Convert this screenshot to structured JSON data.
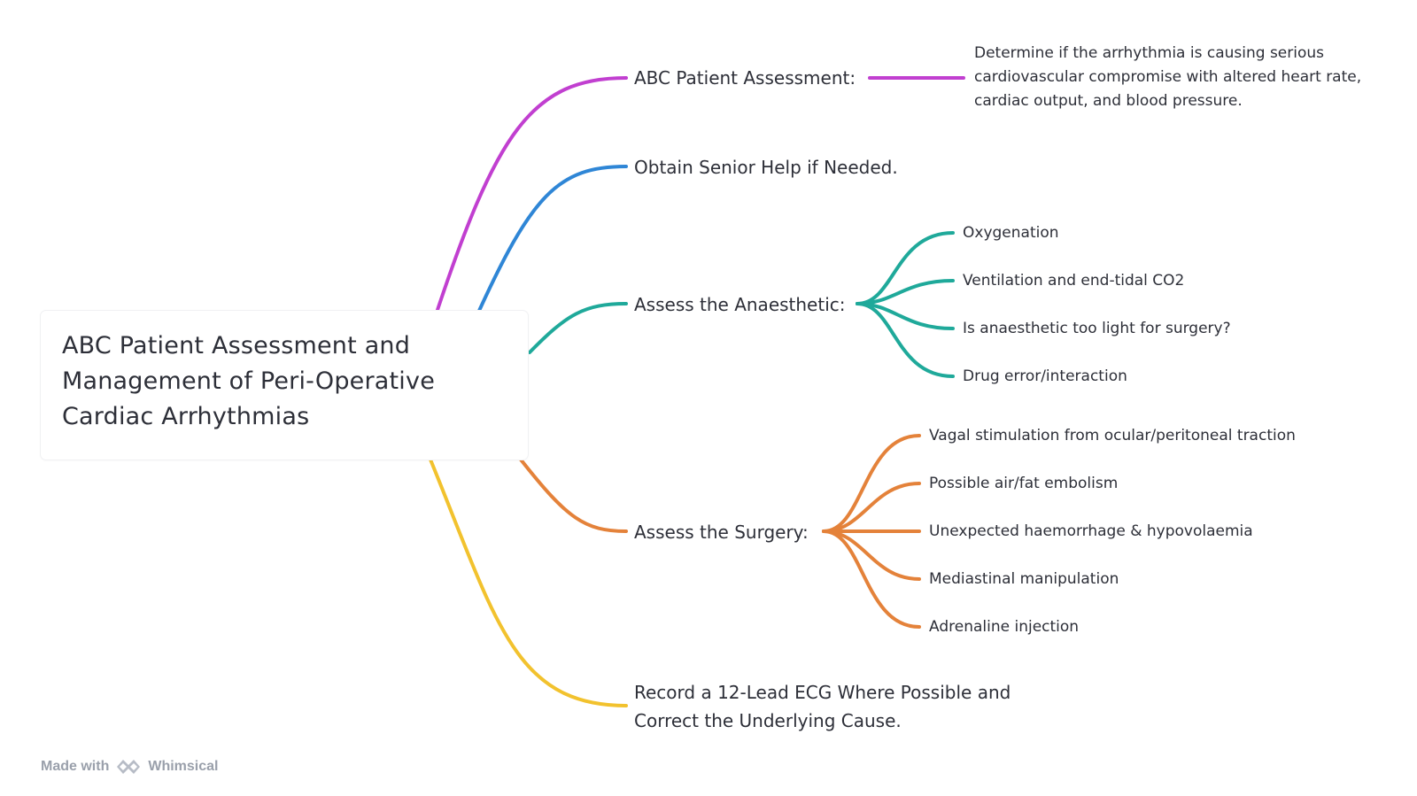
{
  "root": {
    "title": "ABC Patient Assessment and Management of Peri-Operative Cardiac Arrhythmias"
  },
  "branches": [
    {
      "id": "abc",
      "label": "ABC Patient Assessment:",
      "color": "#c13fd0",
      "description": "Determine if the arrhythmia is causing serious cardiovascular compromise with altered heart rate, cardiac output, and blood pressure.",
      "children": []
    },
    {
      "id": "senior",
      "label": "Obtain Senior Help if Needed.",
      "color": "#2f86d6",
      "children": []
    },
    {
      "id": "anaesthetic",
      "label": "Assess the Anaesthetic:",
      "color": "#1fa99a",
      "children": [
        "Oxygenation",
        "Ventilation and end-tidal CO2",
        "Is anaesthetic too light for surgery?",
        "Drug error/interaction"
      ]
    },
    {
      "id": "surgery",
      "label": "Assess the Surgery:",
      "color": "#e4823a",
      "children": [
        "Vagal stimulation from ocular/peritoneal traction",
        "Possible air/fat embolism",
        "Unexpected haemorrhage & hypovolaemia",
        "Mediastinal manipulation",
        "Adrenaline injection"
      ]
    },
    {
      "id": "ecg",
      "label": "Record a 12-Lead ECG Where Possible and Correct the Underlying Cause.",
      "color": "#f2c22e",
      "children": []
    }
  ],
  "watermark": {
    "prefix": "Made with",
    "brand": "Whimsical",
    "logo_icon": "whimsical-logo-icon"
  }
}
